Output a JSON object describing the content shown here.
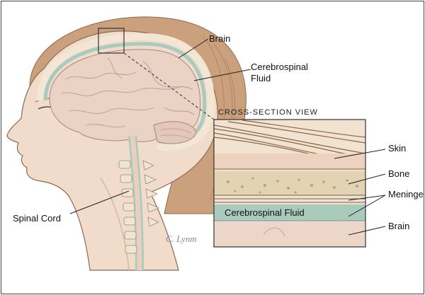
{
  "labels": {
    "brain_top": "Brain",
    "csf_line1": "Cerebrospinal",
    "csf_line2": "Fluid",
    "cross_section_title": "CROSS-SECTION VIEW",
    "skin": "Skin",
    "bone": "Bone",
    "meninges": "Meninges",
    "brain_inset": "Brain",
    "spinal_cord": "Spinal Cord",
    "inset_csf": "Cerebrospinal Fluid"
  },
  "signature": "C. Lynm",
  "colors": {
    "frame": "#444444",
    "skin_tone": "#f1dccb",
    "hair": "#b98a62",
    "brain": "#ead2c4",
    "csf": "#a9cbbd",
    "bone": "#e2d3b2"
  }
}
